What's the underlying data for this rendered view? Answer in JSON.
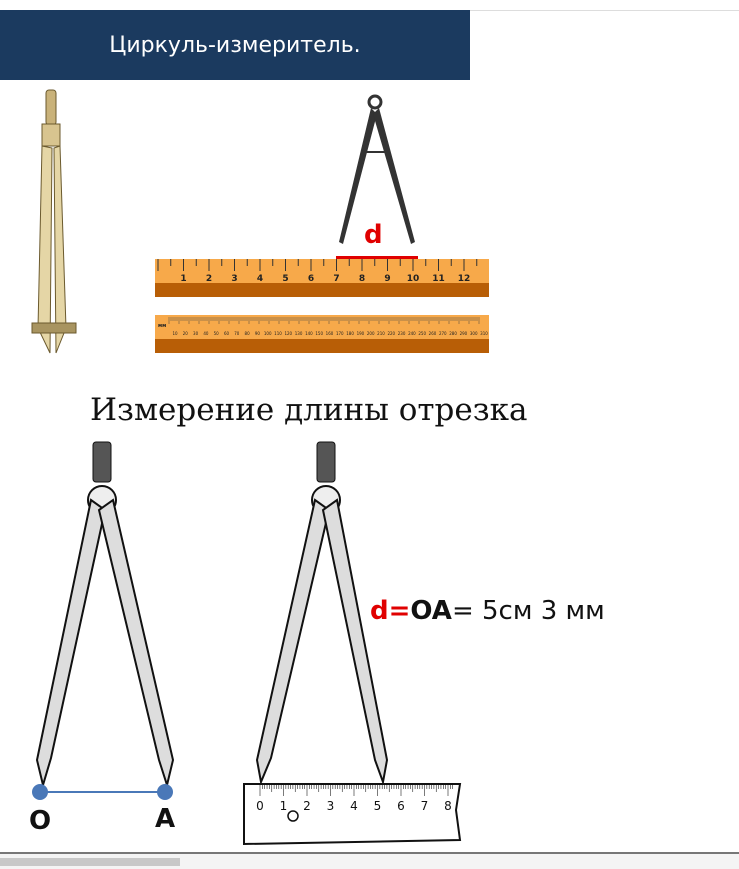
{
  "slide_title": "Циркуль-измеритель.",
  "heading": "Измерение длины отрезка",
  "ruler_label_d": "d",
  "ruler_cm": {
    "numbers": [
      "1",
      "2",
      "3",
      "4",
      "5",
      "6",
      "7",
      "8",
      "9",
      "10",
      "11",
      "12"
    ]
  },
  "ruler_mm": {
    "unit": "мм",
    "numbers": [
      "10",
      "20",
      "30",
      "40",
      "50",
      "60",
      "70",
      "80",
      "90",
      "100",
      "110",
      "120",
      "130",
      "140",
      "150",
      "160",
      "170",
      "180",
      "190",
      "200",
      "210",
      "220",
      "230",
      "240",
      "250",
      "260",
      "270",
      "280",
      "290",
      "300",
      "310"
    ]
  },
  "points": {
    "o": "O",
    "a": "A"
  },
  "formula": {
    "d": "d=",
    "oa": "OA",
    "rest": "= 5см 3 мм"
  },
  "small_ruler": {
    "numbers": [
      "0",
      "1",
      "2",
      "3",
      "4",
      "5",
      "6",
      "7",
      "8"
    ]
  },
  "colors": {
    "title_bg": "#1b3a5f",
    "accent_red": "#e00000",
    "ruler_orange": "#f7a94a",
    "ruler_dark": "#b85e06",
    "point_blue": "#4a78b8"
  }
}
